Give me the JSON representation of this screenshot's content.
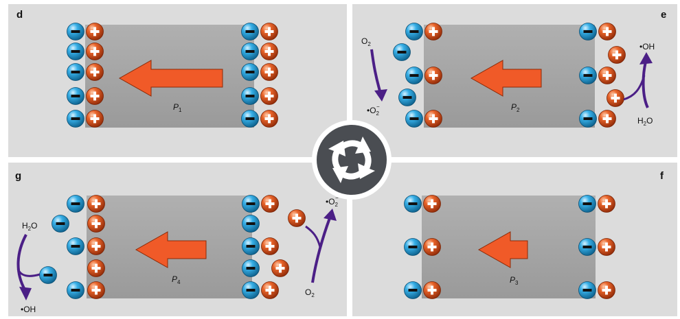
{
  "panels": {
    "d": {
      "letter": "d",
      "polarization": "P",
      "subscript": "1"
    },
    "e": {
      "letter": "e",
      "polarization": "P",
      "subscript": "2"
    },
    "f": {
      "letter": "f",
      "polarization": "P",
      "subscript": "3"
    },
    "g": {
      "letter": "g",
      "polarization": "P",
      "subscript": "4"
    }
  },
  "species": {
    "oxygen": "O",
    "oxygen_sub": "2",
    "superoxide": "•O",
    "superoxide_sub": "2",
    "superoxide_sup": "−",
    "water": "H",
    "water_sub": "2",
    "water_tail": "O",
    "hydroxyl": "•OH"
  },
  "charges": {
    "plus": "+",
    "minus": "−"
  },
  "cycle_icon": "rotating-cycle-icon",
  "colors": {
    "panel_bg": "#dcdcdc",
    "crystal": "#a3a3a3",
    "arrow": "#f05a28",
    "reaction_arrow": "#4b1f86",
    "positive_charge": "#d9531e",
    "negative_charge": "#2aa3de",
    "hub": "#4a4d52"
  }
}
